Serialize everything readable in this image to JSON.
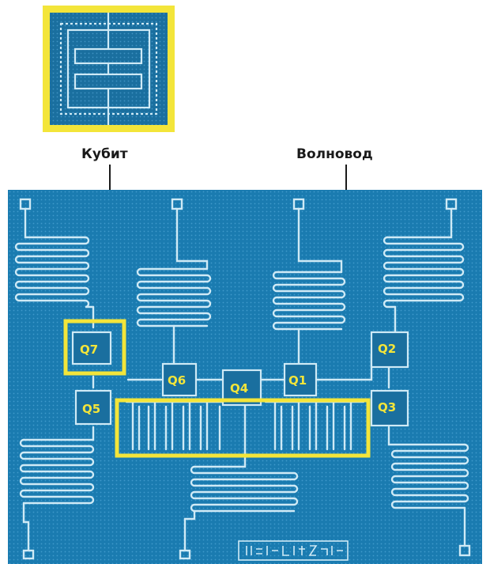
{
  "callouts": {
    "qubit": "Кубит",
    "waveguide": "Волновод"
  },
  "qubits": [
    {
      "id": "q1",
      "label": "Q1"
    },
    {
      "id": "q2",
      "label": "Q2"
    },
    {
      "id": "q3",
      "label": "Q3"
    },
    {
      "id": "q4",
      "label": "Q4"
    },
    {
      "id": "q5",
      "label": "Q5"
    },
    {
      "id": "q6",
      "label": "Q6"
    },
    {
      "id": "q7",
      "label": "Q7"
    }
  ],
  "colors": {
    "chip_background": "#1a7bb0",
    "trace": "#cfeaf6",
    "highlight": "#f3e53a",
    "callout_text": "#1a1a1a"
  }
}
